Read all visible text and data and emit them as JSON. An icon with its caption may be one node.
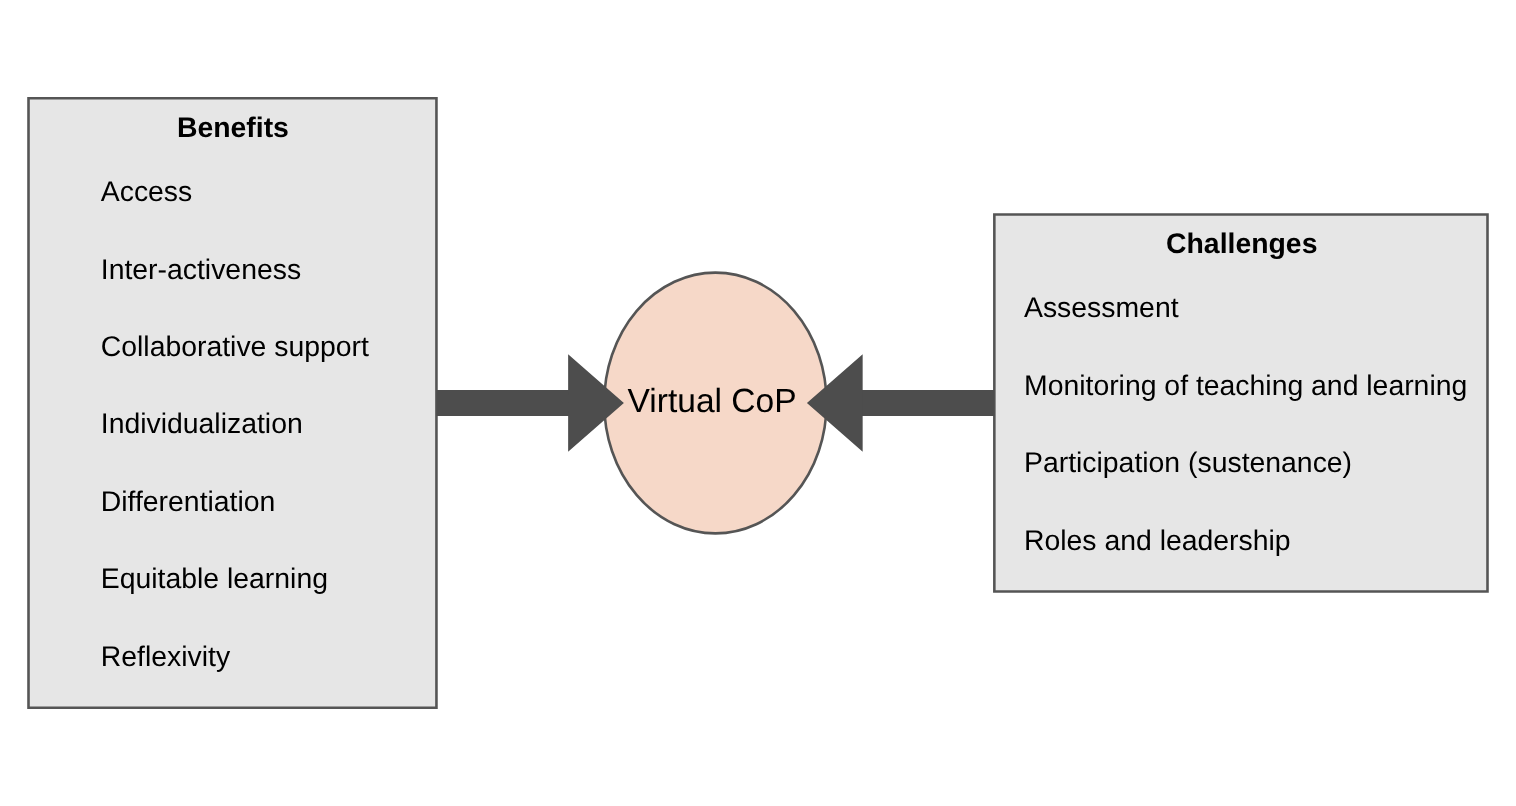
{
  "diagram": {
    "nodes": [
      {
        "text": [
          "Benefits",
          "Access",
          "Inter-activeness",
          "Collaborative support",
          "Individualization",
          "Differentiation",
          "Equitable learning",
          "Reflexivity"
        ]
      },
      {
        "text": [
          "Challenges",
          "Assessment",
          "Monitoring of teaching and learning",
          "Participation (sustenance)",
          "Roles and leadership"
        ]
      },
      {
        "text": [
          "Virtual CoP"
        ]
      }
    ],
    "edges": [
      {
        "from": 0,
        "to": 2,
        "arrow": "to"
      },
      {
        "from": 1,
        "to": 2,
        "arrow": "to"
      }
    ]
  }
}
